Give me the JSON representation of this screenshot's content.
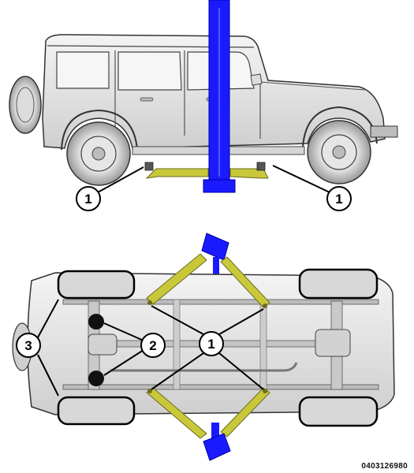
{
  "callouts": {
    "side_left": "1",
    "side_right": "1",
    "under_tires": "3",
    "under_points": "2",
    "under_arms": "1"
  },
  "figure_code": "0403126980",
  "colors": {
    "lift_post": "#1a1aff",
    "lift_arm": "#c8c83a",
    "lift_arm_edge": "#6b6b20",
    "body_fill": "#e6e6e6",
    "line": "#333333",
    "tire": "#d0d0d0"
  },
  "icons": [
    "side-view-vehicle-icon",
    "underside-vehicle-icon",
    "lift-post-icon"
  ]
}
